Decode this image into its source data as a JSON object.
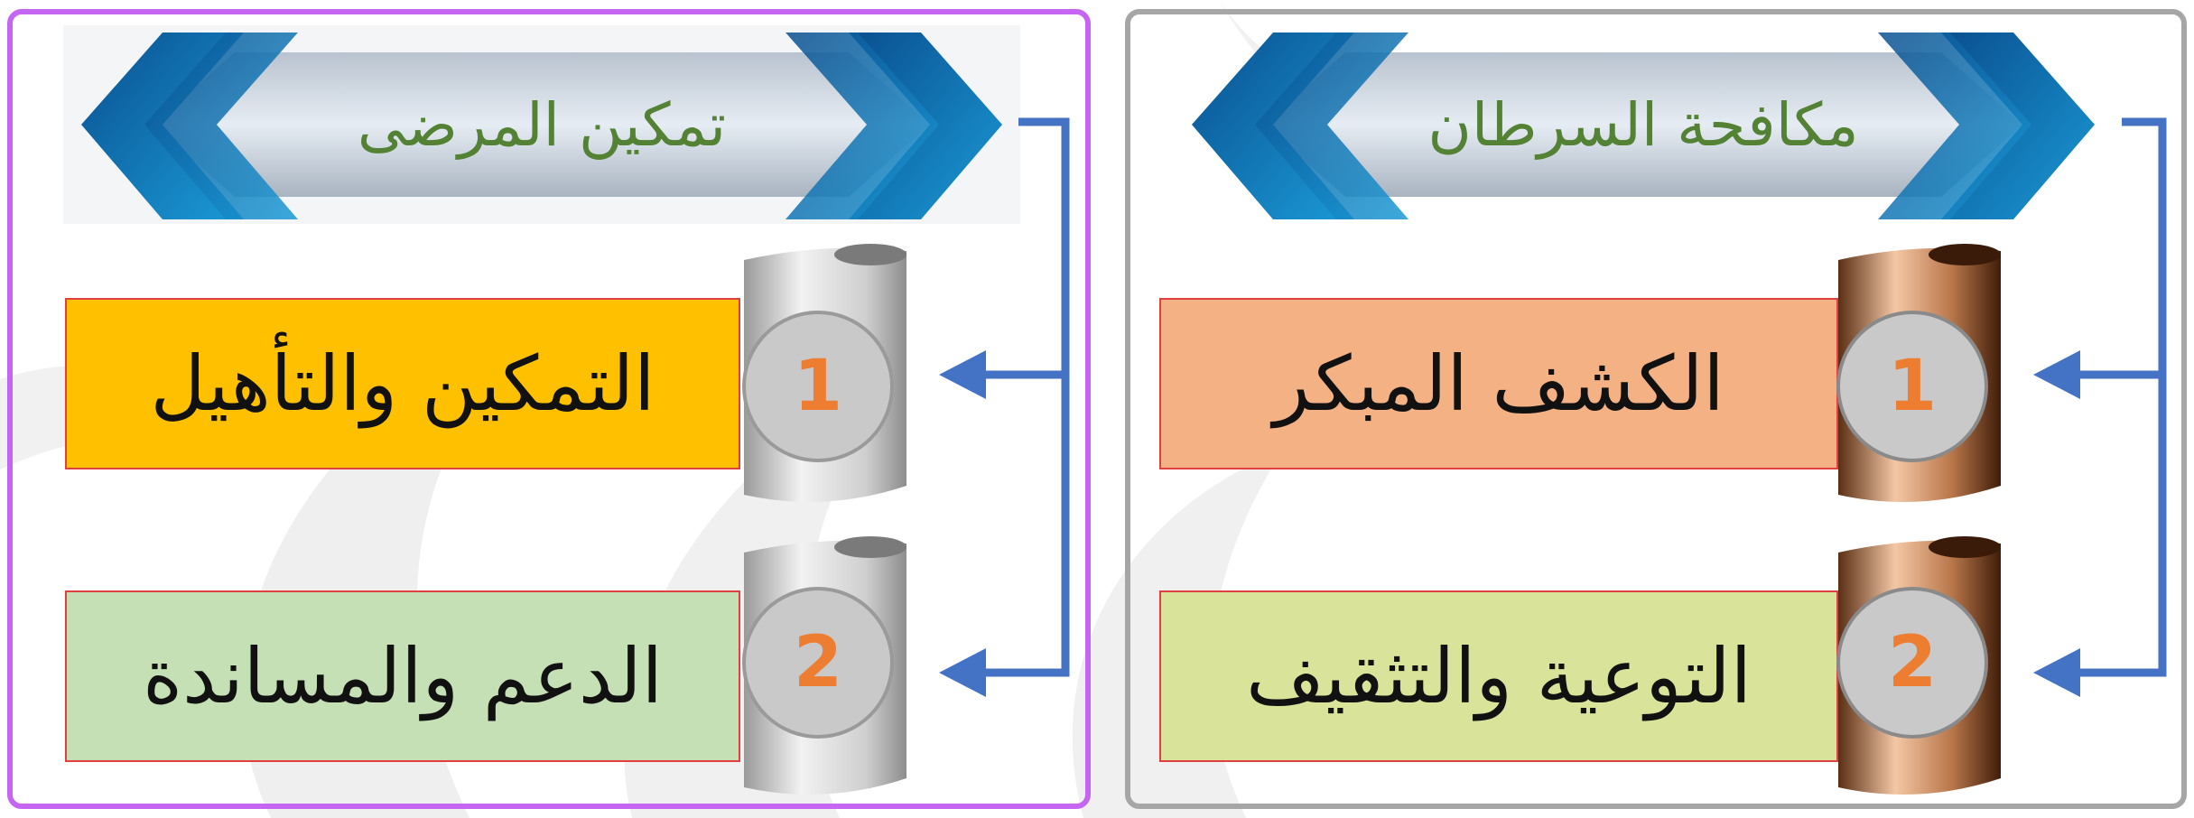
{
  "colors": {
    "left_border": "#c566f2",
    "right_border": "#a6a6a6",
    "title_text": "#548235",
    "number_text": "#ed7d31",
    "connector": "#4472c4",
    "left_item1_fill": "#ffc000",
    "left_item2_fill": "#c5e0b4",
    "right_item1_fill": "#f4b183",
    "right_item2_fill": "#d9e399"
  },
  "left_panel": {
    "title": "تمكين المرضى",
    "items": [
      {
        "number": "1",
        "label": "التمكين والتأهيل"
      },
      {
        "number": "2",
        "label": "الدعم والمساندة"
      }
    ]
  },
  "right_panel": {
    "title": "مكافحة السرطان",
    "items": [
      {
        "number": "1",
        "label": "الكشف المبكر"
      },
      {
        "number": "2",
        "label": "التوعية والتثقيف"
      }
    ]
  }
}
